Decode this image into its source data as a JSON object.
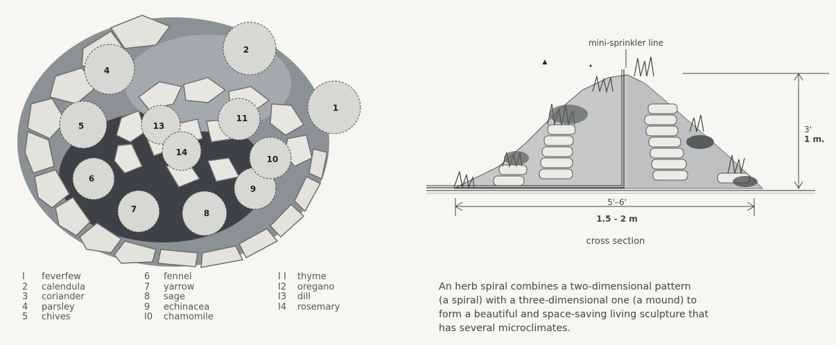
{
  "plan": {
    "plants": [
      {
        "number": "1",
        "name": "feverfew"
      },
      {
        "number": "2",
        "name": "calendula"
      },
      {
        "number": "3",
        "name": "coriander"
      },
      {
        "number": "4",
        "name": "parsley"
      },
      {
        "number": "5",
        "name": "chives"
      },
      {
        "number": "6",
        "name": "fennel"
      },
      {
        "number": "7",
        "name": "yarrow"
      },
      {
        "number": "8",
        "name": "sage"
      },
      {
        "number": "9",
        "name": "echinacea"
      },
      {
        "number": "10",
        "name": "chamomile"
      },
      {
        "number": "11",
        "name": "thyme"
      },
      {
        "number": "12",
        "name": "oregano"
      },
      {
        "number": "13",
        "name": "dill"
      },
      {
        "number": "14",
        "name": "rosemary"
      }
    ],
    "legend_numbers": [
      "I",
      "2",
      "3",
      "4",
      "5",
      "6",
      "7",
      "8",
      "9",
      "I0",
      "I I",
      "I2",
      "I3",
      "I4"
    ]
  },
  "cross_section": {
    "sprinkler_label": "mini-sprinkler line",
    "height_imperial": "3'",
    "height_metric": "1 m.",
    "width_imperial": "5'–6'",
    "width_metric": "1.5 - 2 m",
    "caption": "cross section"
  },
  "description": {
    "lines": [
      "An herb spiral combines a two-dimensional pattern",
      "(a spiral) with a three-dimensional one (a mound) to",
      "form a beautiful and space-saving living sculpture that",
      "has several microclimates."
    ]
  },
  "colors": {
    "stone": "#e4e2dc",
    "stone_edge": "#6b6b6b",
    "soil": "#9a9fa4",
    "dark_soil": "#3e4246",
    "foliage": "#6e7470"
  }
}
